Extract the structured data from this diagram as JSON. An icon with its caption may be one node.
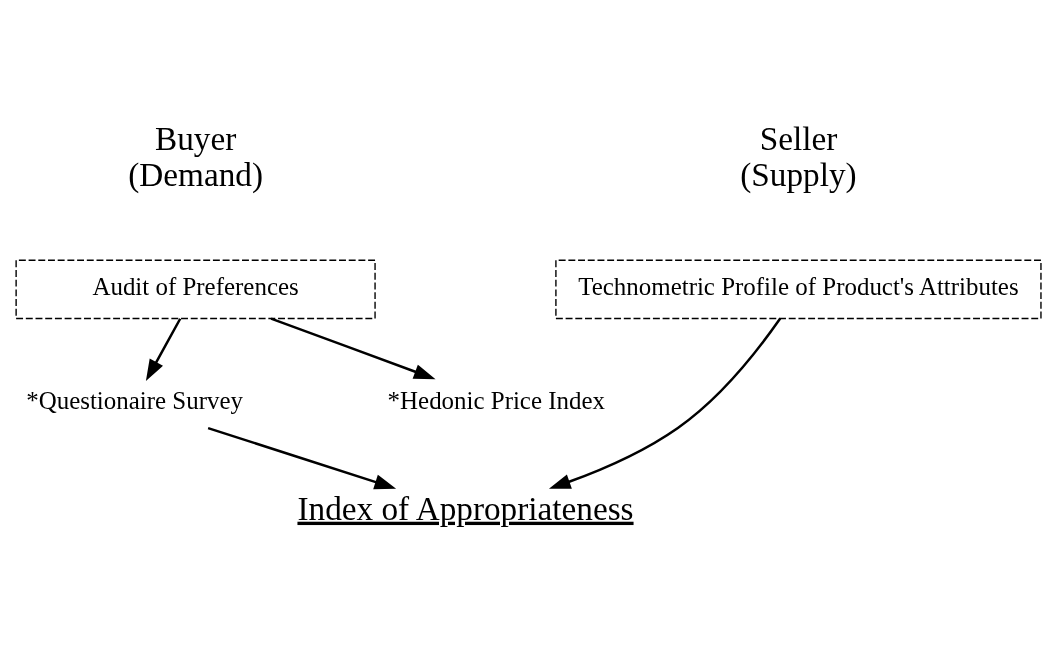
{
  "diagram": {
    "nodes": [
      {
        "text": [
          "Technometric Profile of Product's Attributes"
        ]
      },
      {
        "text": [
          "Audit of Preferences"
        ]
      },
      {
        "text": [
          "*Questionaire Survey"
        ]
      },
      {
        "text": [
          "*Hedonic Price Index"
        ]
      },
      {
        "text": [
          "Index of Appropriateness"
        ]
      }
    ],
    "edges": [
      {
        "from": 1,
        "to": 2,
        "arrow": "to"
      },
      {
        "from": 1,
        "to": 3,
        "arrow": "to"
      },
      {
        "from": 0,
        "to": 4,
        "arrow": "to"
      },
      {
        "from": 2,
        "to": 4,
        "arrow": "to"
      }
    ],
    "labels": [
      "Seller (Supply)",
      "Buyer (Demand)"
    ]
  }
}
